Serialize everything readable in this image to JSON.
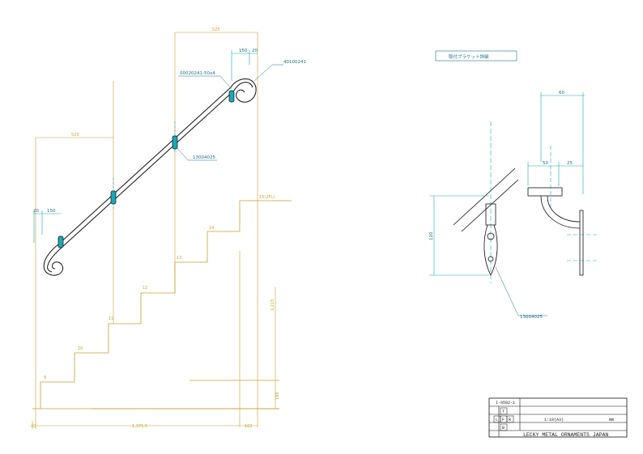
{
  "drawing": {
    "dimensions": {
      "top_span": "525",
      "left_span": "520",
      "top_150": "150",
      "top_20": "20",
      "left_20": "20",
      "left_150": "150",
      "height_1215": "1,215",
      "width_1371": "1,371.5",
      "base_40": "40",
      "base_102": "102",
      "base_180": "180"
    },
    "parts": {
      "upper_part": "00020241-50x4",
      "scroll_part": "40100241",
      "post_part_mid": "13004025",
      "bracket_part": "13004025"
    },
    "steps": [
      "9",
      "10",
      "11",
      "12",
      "13",
      "14"
    ],
    "floor_label": "15(2FL)",
    "detail": {
      "title": "取付ブラケット詳細",
      "dim_60": "60",
      "dim_50": "50",
      "dim_25": "25",
      "dim_120": "120"
    },
    "title_block": {
      "drawing_no": "I-0502-1",
      "scale": "1:10(A3)",
      "view_t": "T",
      "view_l": "L",
      "view_f": "F",
      "view_r": "R",
      "view_b": "B",
      "company": "LECKY METAL ORNAMENTS JAPAN",
      "units": "mm"
    }
  },
  "colors": {
    "dimension": "#c8a030",
    "outline": "#111111",
    "center": "#1aa8b8",
    "label": "#1e6f82"
  }
}
